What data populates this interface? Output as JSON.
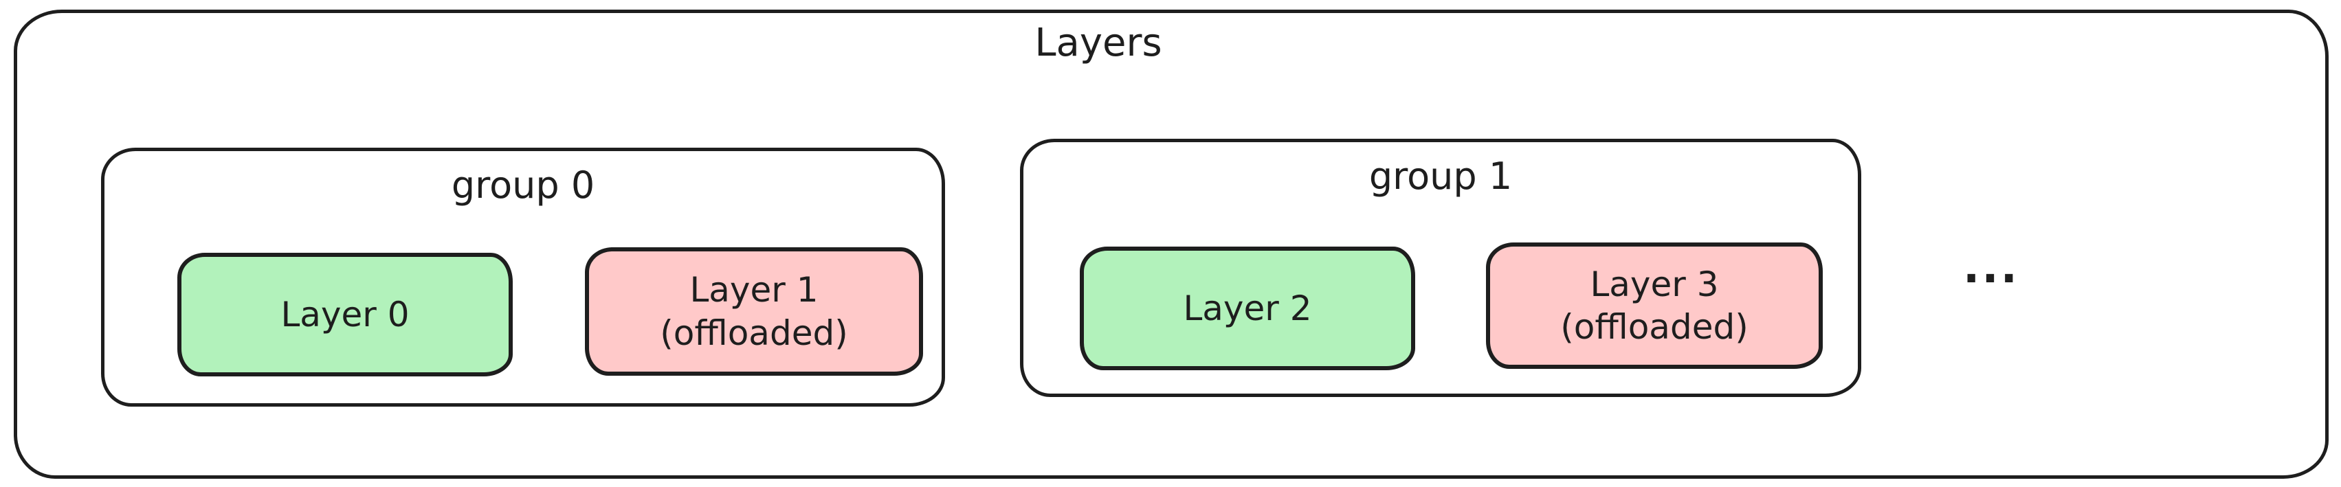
{
  "diagram": {
    "title": "Layers",
    "ellipsis": "...",
    "colors": {
      "stroke": "#1e1e1e",
      "active_fill": "#b2f2bb",
      "offloaded_fill": "#ffc9c9",
      "background": "#ffffff"
    },
    "groups": [
      {
        "label": "group 0",
        "layers": [
          {
            "line1": "Layer 0",
            "line2": "",
            "state": "active"
          },
          {
            "line1": "Layer 1",
            "line2": "(offloaded)",
            "state": "offloaded"
          }
        ]
      },
      {
        "label": "group 1",
        "layers": [
          {
            "line1": "Layer 2",
            "line2": "",
            "state": "active"
          },
          {
            "line1": "Layer 3",
            "line2": "(offloaded)",
            "state": "offloaded"
          }
        ]
      }
    ]
  }
}
